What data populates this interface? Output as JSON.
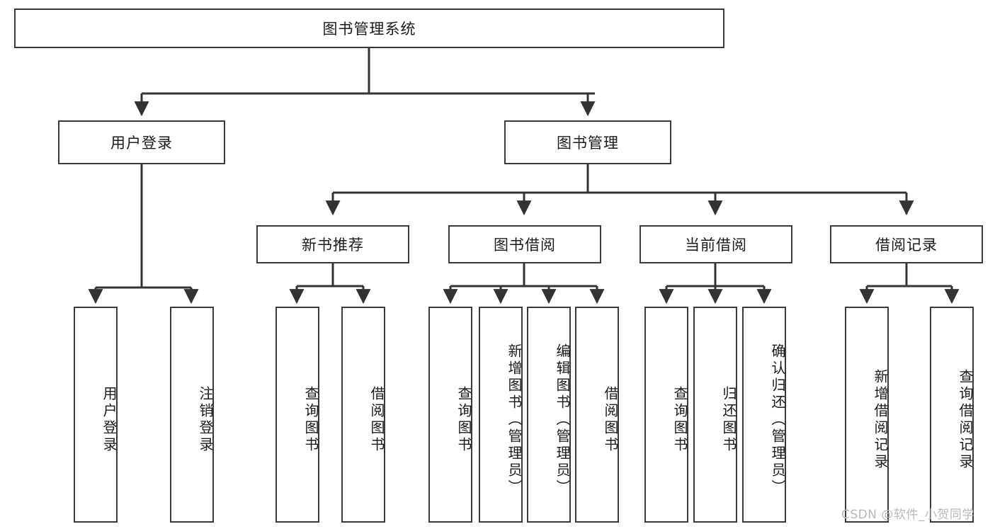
{
  "diagram": {
    "type": "tree-hierarchy",
    "title_node": {
      "label": "图书管理系统"
    },
    "level2": [
      {
        "id": "user-login",
        "label": "用户登录"
      },
      {
        "id": "book-management",
        "label": "图书管理"
      }
    ],
    "level3": [
      {
        "id": "new-book-recommend",
        "label": "新书推荐"
      },
      {
        "id": "book-borrow",
        "label": "图书借阅"
      },
      {
        "id": "current-borrow",
        "label": "当前借阅"
      },
      {
        "id": "borrow-record",
        "label": "借阅记录"
      }
    ],
    "leaves": {
      "user_login": [
        {
          "id": "leaf-user-login",
          "label": "用户登录"
        },
        {
          "id": "leaf-logout-login",
          "label": "注销登录"
        }
      ],
      "new_book_recommend": [
        {
          "id": "leaf-query-book-1",
          "label": "查询图书"
        },
        {
          "id": "leaf-borrow-book-1",
          "label": "借阅图书"
        }
      ],
      "book_borrow": [
        {
          "id": "leaf-query-book-2",
          "label": "查询图书"
        },
        {
          "id": "leaf-add-book",
          "label": "新增图书（管理员）"
        },
        {
          "id": "leaf-edit-book",
          "label": "编辑图书（管理员）"
        },
        {
          "id": "leaf-borrow-book-2",
          "label": "借阅图书"
        }
      ],
      "current_borrow": [
        {
          "id": "leaf-query-book-3",
          "label": "查询图书"
        },
        {
          "id": "leaf-return-book",
          "label": "归还图书"
        },
        {
          "id": "leaf-confirm-return",
          "label": "确认归还（管理员）"
        }
      ],
      "borrow_record": [
        {
          "id": "leaf-add-record",
          "label": "新增借阅记录"
        },
        {
          "id": "leaf-query-record",
          "label": "查询借阅记录"
        }
      ]
    }
  },
  "watermark": {
    "text": "CSDN @软件_小贺同学"
  },
  "colors": {
    "box_border": "#3a3a3a",
    "box_fill": "#ffffff",
    "line": "#333333",
    "text": "#1b1b1b",
    "watermark": "#b9b9b9",
    "background": "#ffffff"
  }
}
